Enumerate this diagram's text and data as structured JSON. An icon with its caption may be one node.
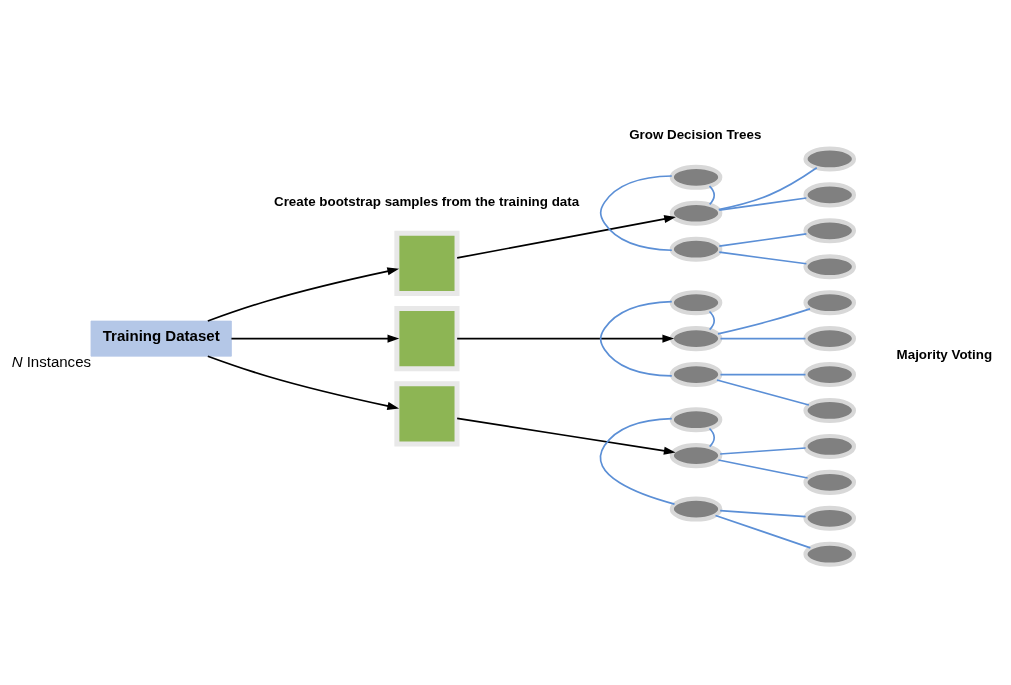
{
  "diagram": {
    "nodes": [
      {
        "text": [
          "Training Dataset"
        ],
        "beside": [
          "*N* Instances"
        ]
      },
      {
        "text": [],
        "shape": "box"
      },
      {
        "text": [],
        "shape": "box"
      },
      {
        "text": [],
        "shape": "box"
      },
      {
        "text": [],
        "shape": "ellipse"
      },
      {
        "text": [],
        "shape": "ellipse"
      },
      {
        "text": [],
        "shape": "ellipse"
      },
      {
        "text": [],
        "shape": "ellipse"
      },
      {
        "text": [],
        "shape": "ellipse"
      },
      {
        "text": [],
        "shape": "ellipse"
      },
      {
        "text": [],
        "shape": "ellipse"
      },
      {
        "text": [],
        "shape": "ellipse"
      },
      {
        "text": [],
        "shape": "ellipse"
      },
      {
        "text": [],
        "shape": "ellipse"
      },
      {
        "text": [],
        "shape": "ellipse"
      },
      {
        "text": [],
        "shape": "ellipse"
      },
      {
        "text": [],
        "shape": "ellipse"
      },
      {
        "text": [],
        "shape": "ellipse"
      },
      {
        "text": [],
        "shape": "ellipse"
      },
      {
        "text": [],
        "shape": "ellipse"
      },
      {
        "text": [],
        "shape": "ellipse"
      },
      {
        "text": [],
        "shape": "ellipse"
      },
      {
        "text": [],
        "shape": "ellipse"
      },
      {
        "text": [],
        "shape": "ellipse"
      },
      {
        "text": [],
        "shape": "ellipse"
      }
    ],
    "edges": [
      {
        "from": 0,
        "to": 1,
        "arrow": "to",
        "color": "#000000"
      },
      {
        "from": 0,
        "to": 2,
        "arrow": "to",
        "color": "#000000"
      },
      {
        "from": 0,
        "to": 3,
        "arrow": "to",
        "color": "#000000"
      },
      {
        "from": 1,
        "to": 5,
        "arrow": "to",
        "color": "#000000"
      },
      {
        "from": 4,
        "to": 5,
        "arrow": "none"
      },
      {
        "from": 4,
        "to": 6,
        "arrow": "none"
      },
      {
        "from": 5,
        "to": 7,
        "arrow": "none"
      },
      {
        "from": 5,
        "to": 8,
        "arrow": "none"
      },
      {
        "from": 6,
        "to": 9,
        "arrow": "none"
      },
      {
        "from": 6,
        "to": 10,
        "arrow": "none"
      },
      {
        "from": 2,
        "to": 12,
        "arrow": "to",
        "color": "#000000"
      },
      {
        "from": 11,
        "to": 12,
        "arrow": "none"
      },
      {
        "from": 11,
        "to": 13,
        "arrow": "none"
      },
      {
        "from": 12,
        "to": 14,
        "arrow": "none"
      },
      {
        "from": 12,
        "to": 15,
        "arrow": "none"
      },
      {
        "from": 13,
        "to": 16,
        "arrow": "none"
      },
      {
        "from": 13,
        "to": 17,
        "arrow": "none"
      },
      {
        "from": 3,
        "to": 19,
        "arrow": "to",
        "color": "#000000"
      },
      {
        "from": 18,
        "to": 19,
        "arrow": "none"
      },
      {
        "from": 18,
        "to": 20,
        "arrow": "none"
      },
      {
        "from": 19,
        "to": 21,
        "arrow": "none"
      },
      {
        "from": 19,
        "to": 22,
        "arrow": "none"
      },
      {
        "from": 20,
        "to": 23,
        "arrow": "none"
      },
      {
        "from": 20,
        "to": 24,
        "arrow": "none"
      }
    ],
    "labels": [
      "Create bootstrap samples from the training data",
      "Grow Decision Trees",
      "Majority Voting"
    ]
  }
}
